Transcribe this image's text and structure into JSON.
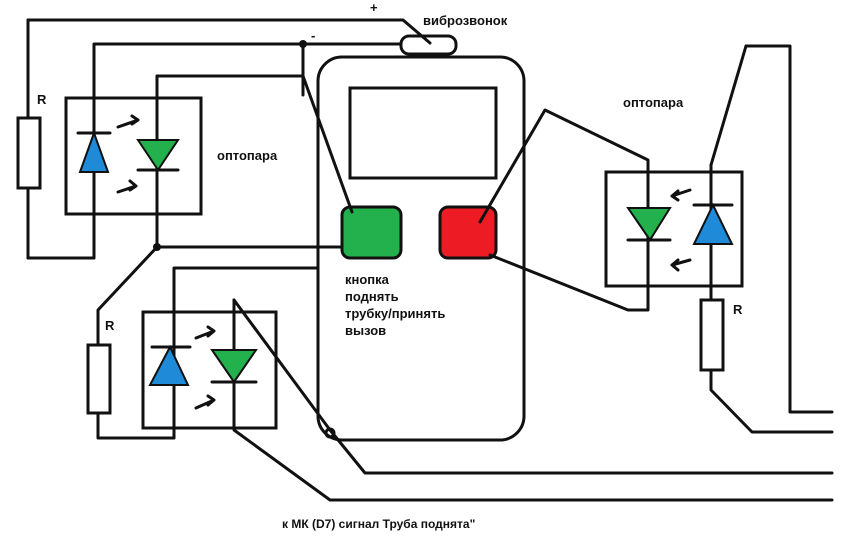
{
  "labels": {
    "plus": "+",
    "minus": "-",
    "vibro": "виброзвонок",
    "optopara_left": "оптопара",
    "optopara_right": "оптопара",
    "r_top_left": "R",
    "r_bottom_left": "R",
    "r_right": "R",
    "button_caption_1": "кнопка",
    "button_caption_2": "поднять",
    "button_caption_3": "трубку/принять",
    "button_caption_4": "вызов",
    "bottom_caption": "к МК (D7) сигнал  Труба поднята\""
  },
  "colors": {
    "green_button": "#22b14c",
    "red_button": "#ed1c24",
    "led_blue": "#1f8ad8",
    "led_green": "#22b14c",
    "wire": "#111111"
  },
  "icons": [
    "led-triangle",
    "arrow-icon",
    "resistor"
  ]
}
